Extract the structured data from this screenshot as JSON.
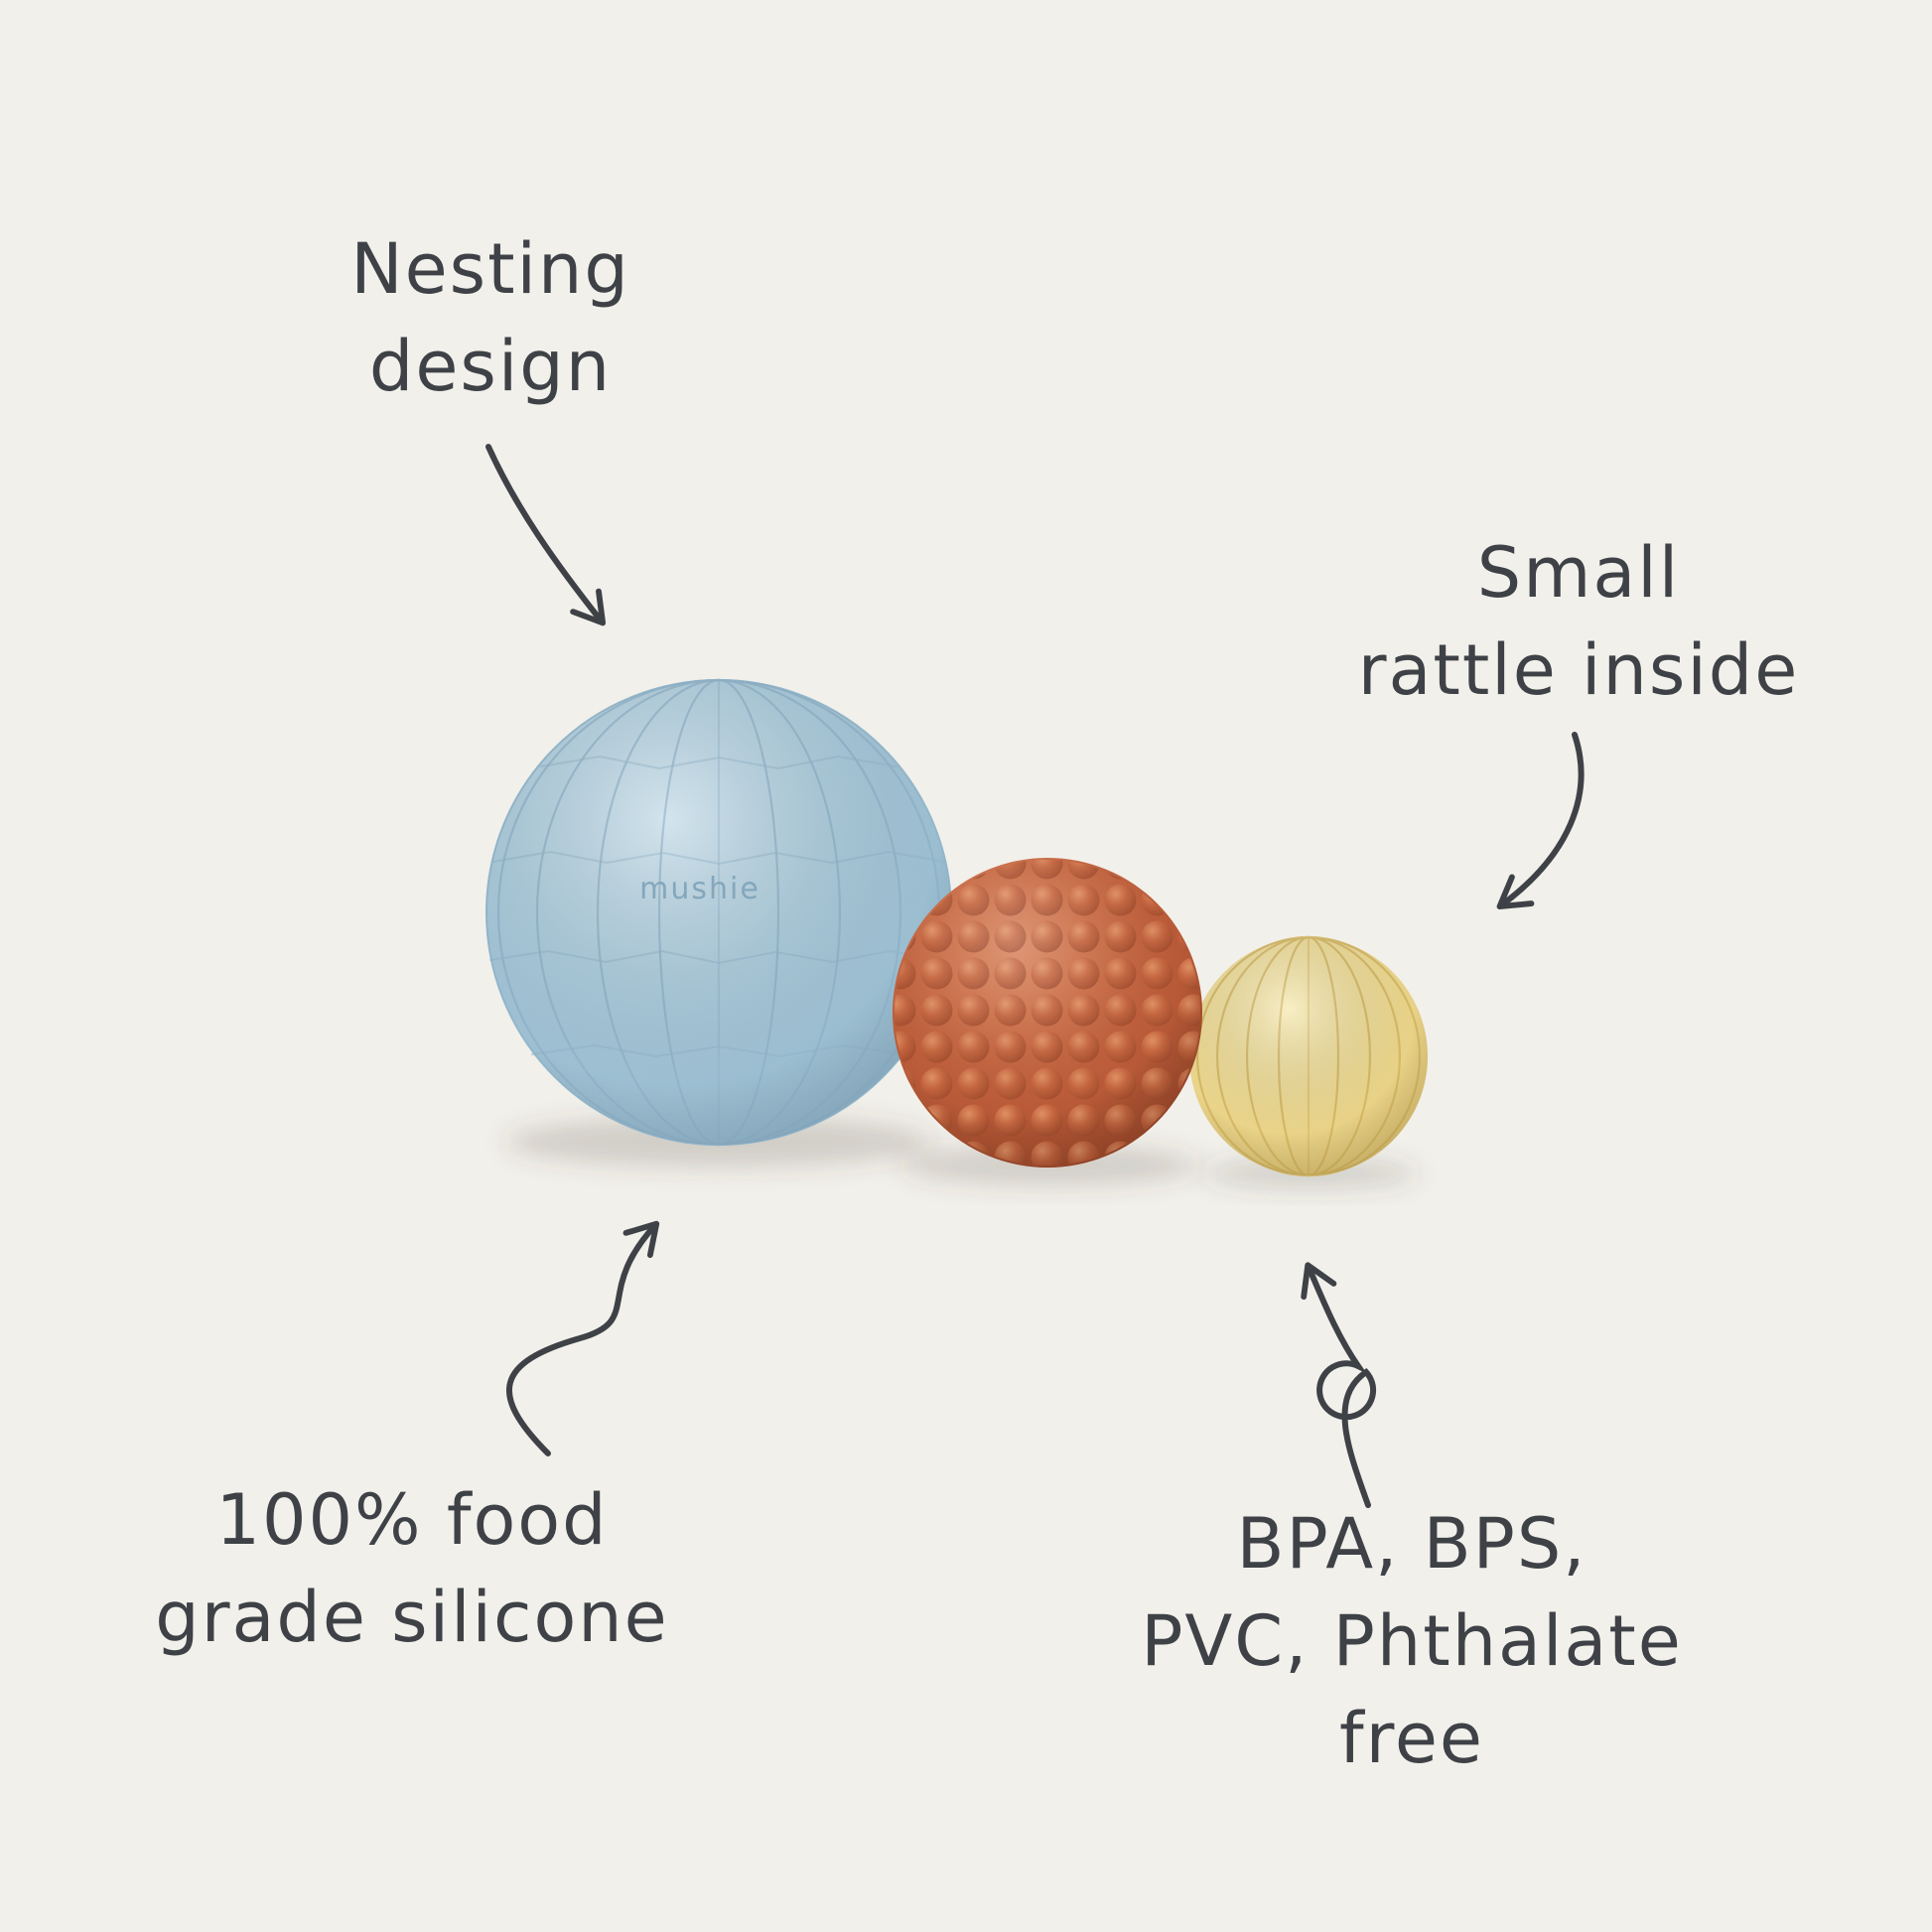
{
  "canvas": {
    "background_color": "#f2f0eb",
    "ink_color": "#3e4247"
  },
  "annotations": {
    "nesting_design": {
      "line1": "Nesting",
      "line2": "design"
    },
    "small_rattle": {
      "line1": "Small",
      "line2": "rattle inside"
    },
    "food_grade": {
      "line1": "100% food",
      "line2": "grade silicone"
    },
    "chemical_free": {
      "line1": "BPA, BPS,",
      "line2": "PVC, Phthalate",
      "line3": "free"
    }
  },
  "product": {
    "brand_logo": "mushie",
    "balls": [
      {
        "name": "large faceted nesting ball",
        "color": "#a9c9da"
      },
      {
        "name": "medium bumpy ball",
        "color": "#bd5d3a"
      },
      {
        "name": "small ribbed rattle ball",
        "color": "#eeda92"
      }
    ]
  }
}
